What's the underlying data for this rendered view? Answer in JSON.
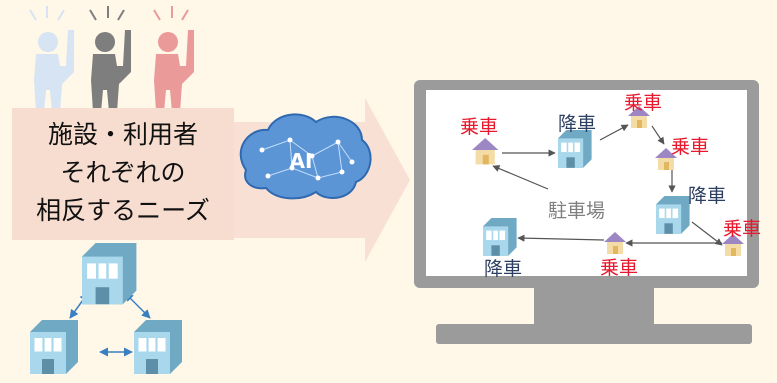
{
  "needs_text": {
    "line1": "施設・利用者",
    "line2": "それぞれの",
    "line3": "相反するニーズ"
  },
  "ai_brain_label": "AI",
  "monitor": {
    "pickup_label": "乗車",
    "dropoff_label": "降車",
    "parking_label": "駐車場"
  },
  "colors": {
    "background": "#fff7e8",
    "banner": "#f7ddd0",
    "pickup": "#e8192c",
    "dropoff": "#2c3e62",
    "parking": "#7f7f7f",
    "monitor_frame": "#9b9b9b",
    "building": "#8fc9e0",
    "house_roof": "#9d86c4"
  }
}
